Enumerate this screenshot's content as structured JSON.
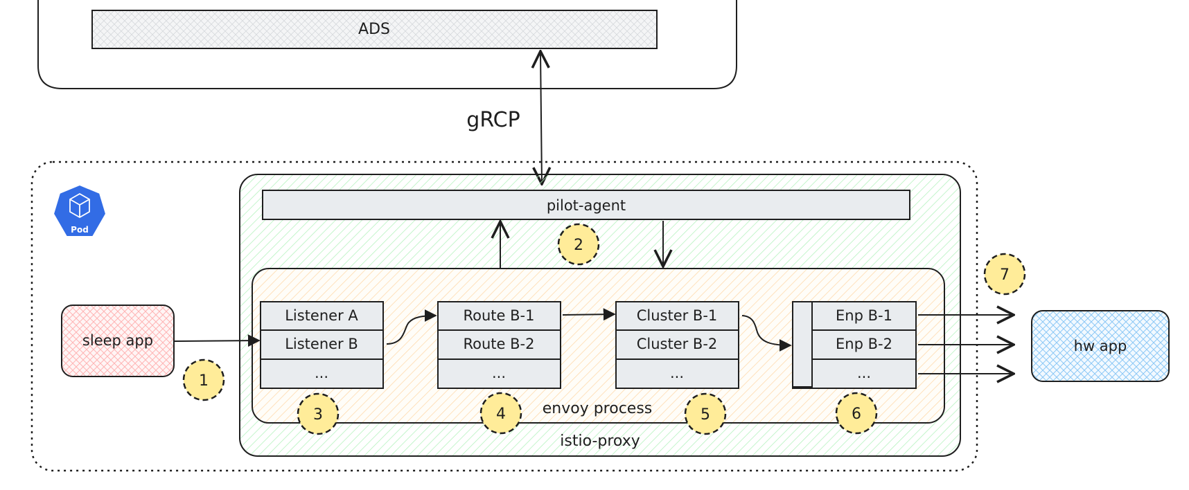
{
  "ads": {
    "label": "ADS"
  },
  "grpc": {
    "label": "gRCP"
  },
  "pod": {
    "icon_text": "Pod"
  },
  "pilot_agent": {
    "label": "pilot-agent"
  },
  "envoy_process": {
    "label": "envoy process"
  },
  "istio_proxy": {
    "label": "istio-proxy"
  },
  "sleep_app": {
    "label": "sleep app"
  },
  "hw_app": {
    "label": "hw app"
  },
  "listeners": [
    "Listener A",
    "Listener B",
    "..."
  ],
  "routes": [
    "Route B-1",
    "Route B-2",
    "..."
  ],
  "clusters": [
    "Cluster B-1",
    "Cluster B-2",
    "..."
  ],
  "endpoints": [
    "Enp B-1",
    "Enp B-2",
    "..."
  ],
  "steps": [
    "1",
    "2",
    "3",
    "4",
    "5",
    "6",
    "7"
  ],
  "colors": {
    "stroke": "#1e1e1e",
    "box_fill": "#e9ecef",
    "badge_fill": "#ffec99",
    "sleep_fill": "#ffc9c9",
    "hw_fill": "#a5d8ff",
    "istio_hatch": "#b2f2bb",
    "envoy_hatch": "#ffd8a8",
    "pod_blue": "#326ce5"
  }
}
